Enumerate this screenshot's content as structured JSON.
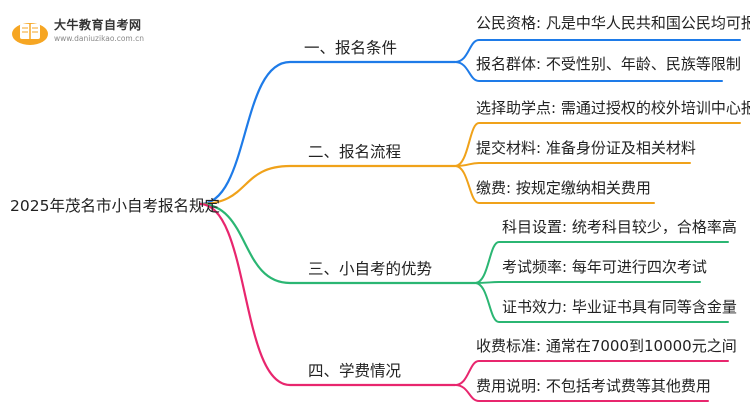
{
  "logo": {
    "name": "大牛教育自考网",
    "url": "www.daniuzikao.com.cn",
    "icon": "open-book-icon"
  },
  "root": {
    "label": "2025年茂名市小自考报名规定"
  },
  "colors": {
    "branch_1": "#1e7be8",
    "branch_2": "#f0a21a",
    "branch_3": "#2bb673",
    "branch_4": "#e8266e"
  },
  "branches": [
    {
      "label": "一、报名条件",
      "leaves": [
        "公民资格: 凡是中华人民共和国公民均可报名",
        "报名群体: 不受性别、年龄、民族等限制"
      ]
    },
    {
      "label": "二、报名流程",
      "leaves": [
        "选择助学点: 需通过授权的校外培训中心报名",
        "提交材料: 准备身份证及相关材料",
        "缴费: 按规定缴纳相关费用"
      ]
    },
    {
      "label": "三、小自考的优势",
      "leaves": [
        "科目设置: 统考科目较少，合格率高",
        "考试频率: 每年可进行四次考试",
        "证书效力: 毕业证书具有同等含金量"
      ]
    },
    {
      "label": "四、学费情况",
      "leaves": [
        "收费标准: 通常在7000到10000元之间",
        "费用说明: 不包括考试费等其他费用"
      ]
    }
  ]
}
